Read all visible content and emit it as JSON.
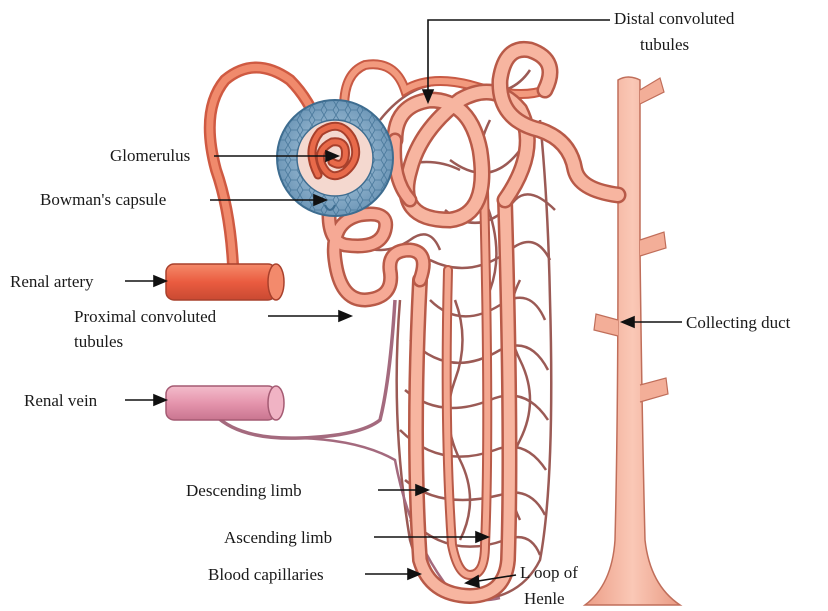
{
  "labels": {
    "distal_line1": "Distal convoluted",
    "distal_line2": "tubules",
    "glomerulus": "Glomerulus",
    "bowmans_capsule": "Bowman's capsule",
    "renal_artery": "Renal artery",
    "proximal_line1": "Proximal convoluted",
    "proximal_line2": "tubules",
    "collecting_duct": "Collecting duct",
    "renal_vein": "Renal vein",
    "descending_limb": "Descending limb",
    "ascending_limb": "Ascending limb",
    "blood_capillaries": "Blood capillaries",
    "loop_line1": "L oop of",
    "loop_line2": "Henle"
  },
  "colors": {
    "tubule": "#f2a08a",
    "tubule_edge": "#b85a48",
    "artery": "#ee6a4e",
    "artery_edge": "#a8402c",
    "vein": "#e9a0b6",
    "vein_edge": "#a45a72",
    "capillary": "#9b5a55",
    "capsule": "#7fa6c4",
    "glomerulus": "#e0553a",
    "duct": "#f6b5a0"
  }
}
